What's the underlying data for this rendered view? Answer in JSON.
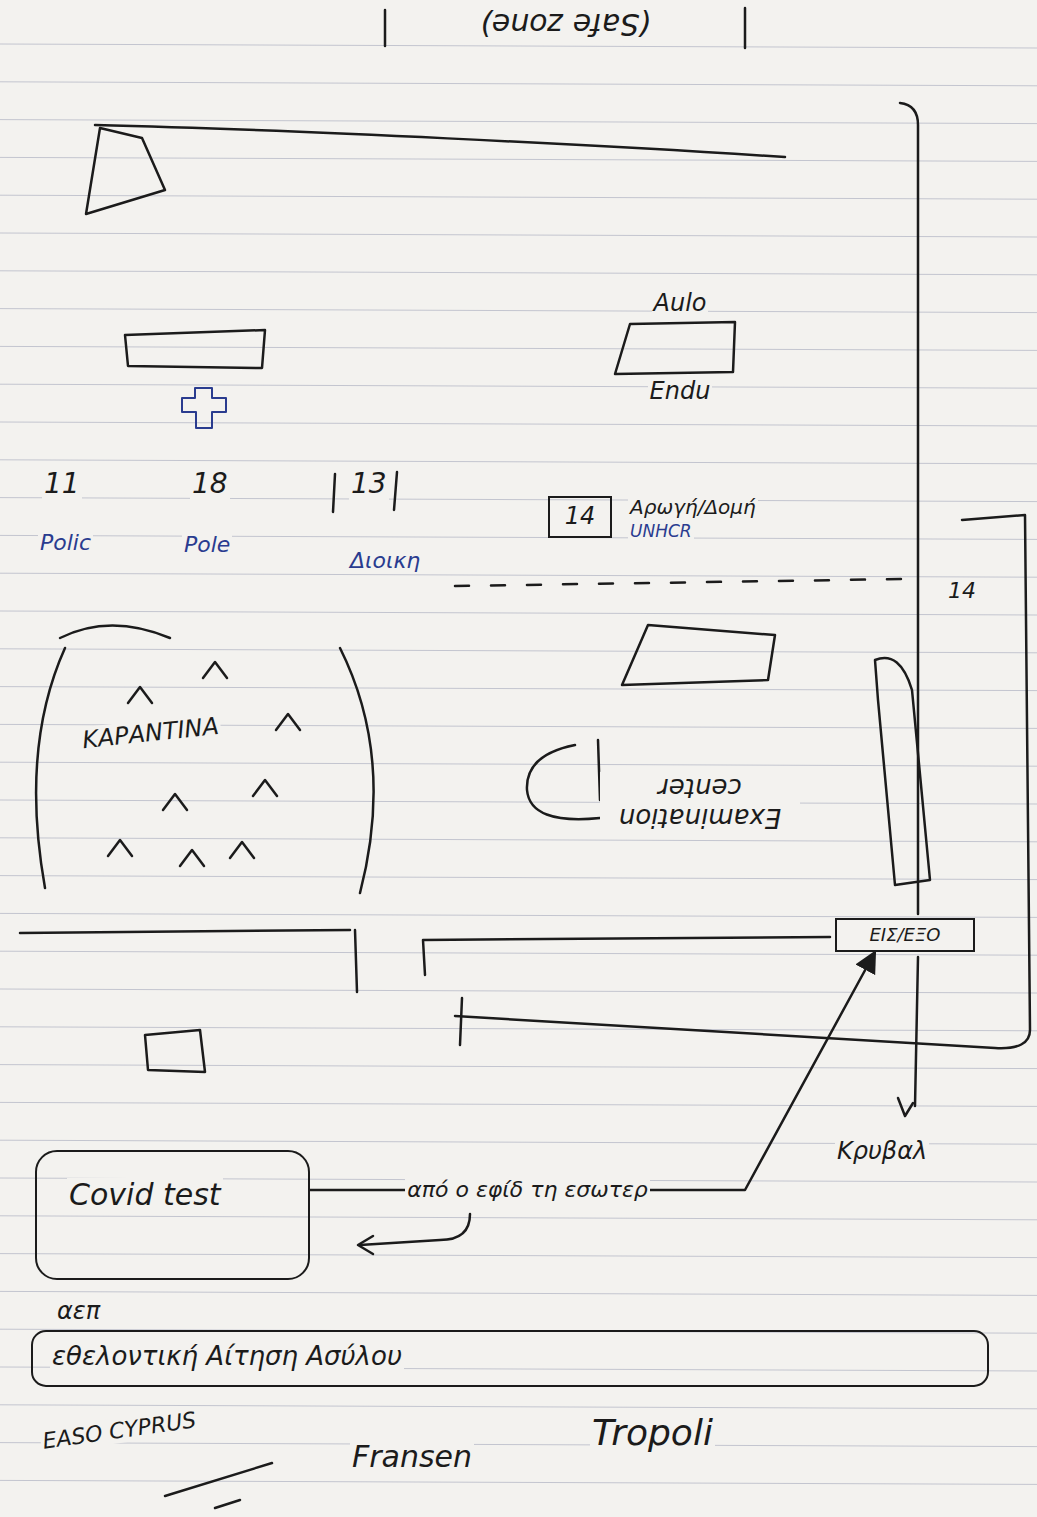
{
  "diagram": {
    "nodes": [
      {
        "text": [
          "Aulo",
          "Endu"
        ]
      },
      {
        "text": [
          "14"
        ]
      },
      {
        "text": [
          "ΚΑΡΑΝΤΙΝΑ"
        ]
      },
      {
        "text": [
          "ΕΙΣ/ΕΞΟ"
        ]
      },
      {
        "text": [
          "Covid test"
        ]
      },
      {
        "text": [
          "αεπ",
          "εθελοντική Αίτηση Ασύλου"
        ]
      }
    ],
    "edges": [
      {
        "from": 4,
        "to": 3,
        "arrow": "to",
        "label": "από ο εφίδ τη εσωτερ"
      }
    ],
    "labels": [
      "(Safe zone)",
      "11",
      "Polic",
      "18",
      "Pole",
      "13",
      "Διοικη",
      "Αρωγή/Δομή",
      "UNHCR",
      "14",
      "Examination center",
      "Κρυβαλ",
      "EASO CYPRUS",
      "Fransen",
      "Tropoli"
    ]
  }
}
